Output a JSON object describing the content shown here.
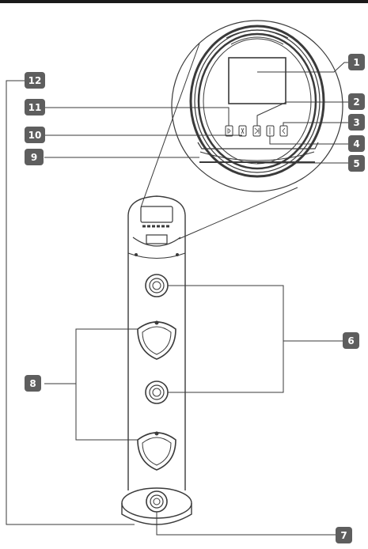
{
  "colors": {
    "line": "#3a3a3a",
    "badge": "#5e5e5e",
    "badge_text": "#ffffff",
    "background": "#ffffff"
  },
  "callouts": [
    {
      "label": "1"
    },
    {
      "label": "2"
    },
    {
      "label": "3"
    },
    {
      "label": "4"
    },
    {
      "label": "5"
    },
    {
      "label": "6"
    },
    {
      "label": "7"
    },
    {
      "label": "8"
    },
    {
      "label": "9"
    },
    {
      "label": "10"
    },
    {
      "label": "11"
    },
    {
      "label": "12"
    }
  ]
}
